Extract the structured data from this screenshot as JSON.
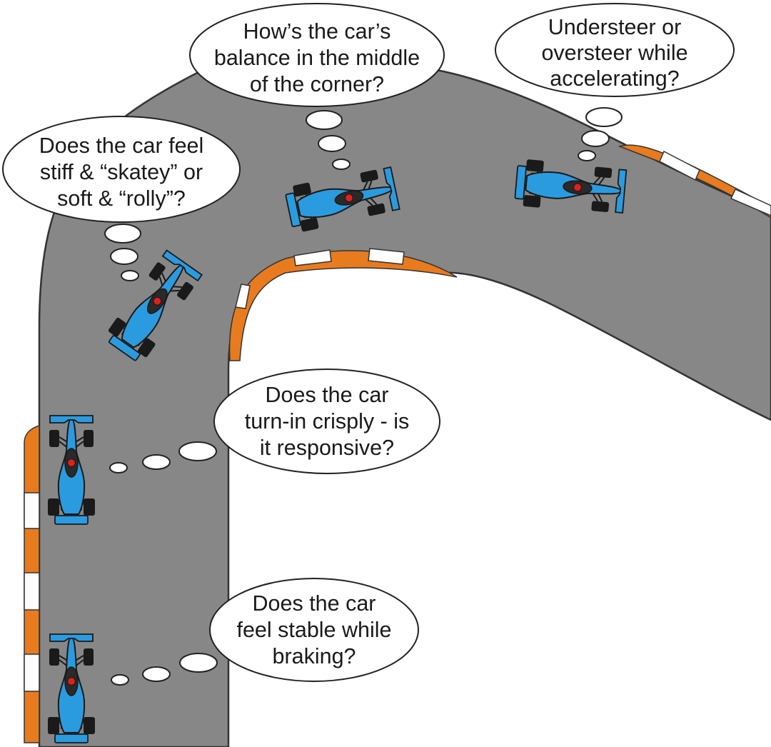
{
  "colors": {
    "track": "#878787",
    "track_edge": "#333333",
    "kerb_orange": "#e87b1e",
    "kerb_white": "#ffffff",
    "car_blue": "#2b9be0",
    "car_dark": "#1a1a1a",
    "helmet_red": "#e0201d",
    "bubble_fill": "#ffffff",
    "bubble_stroke": "#222222"
  },
  "bubbles": [
    {
      "id": "braking",
      "lines": [
        "Does the car",
        "feel stable while",
        "braking?"
      ]
    },
    {
      "id": "turn-in",
      "lines": [
        "Does the car",
        "turn-in crisply - is",
        "it responsive?"
      ]
    },
    {
      "id": "stiffness",
      "lines": [
        "Does the car feel",
        "stiff & “skatey” or",
        "soft & “rolly”?"
      ]
    },
    {
      "id": "mid-corner",
      "lines": [
        "How’s the car’s",
        "balance in the middle",
        "of the corner?"
      ]
    },
    {
      "id": "exit",
      "lines": [
        "Understeer or",
        "oversteer while",
        "accelerating?"
      ]
    }
  ],
  "cars": [
    {
      "id": "braking-car",
      "phase": "braking"
    },
    {
      "id": "turn-in-car",
      "phase": "turn-in"
    },
    {
      "id": "early-corner-car",
      "phase": "early-corner"
    },
    {
      "id": "mid-corner-car",
      "phase": "mid-corner"
    },
    {
      "id": "exit-car",
      "phase": "exit"
    }
  ]
}
